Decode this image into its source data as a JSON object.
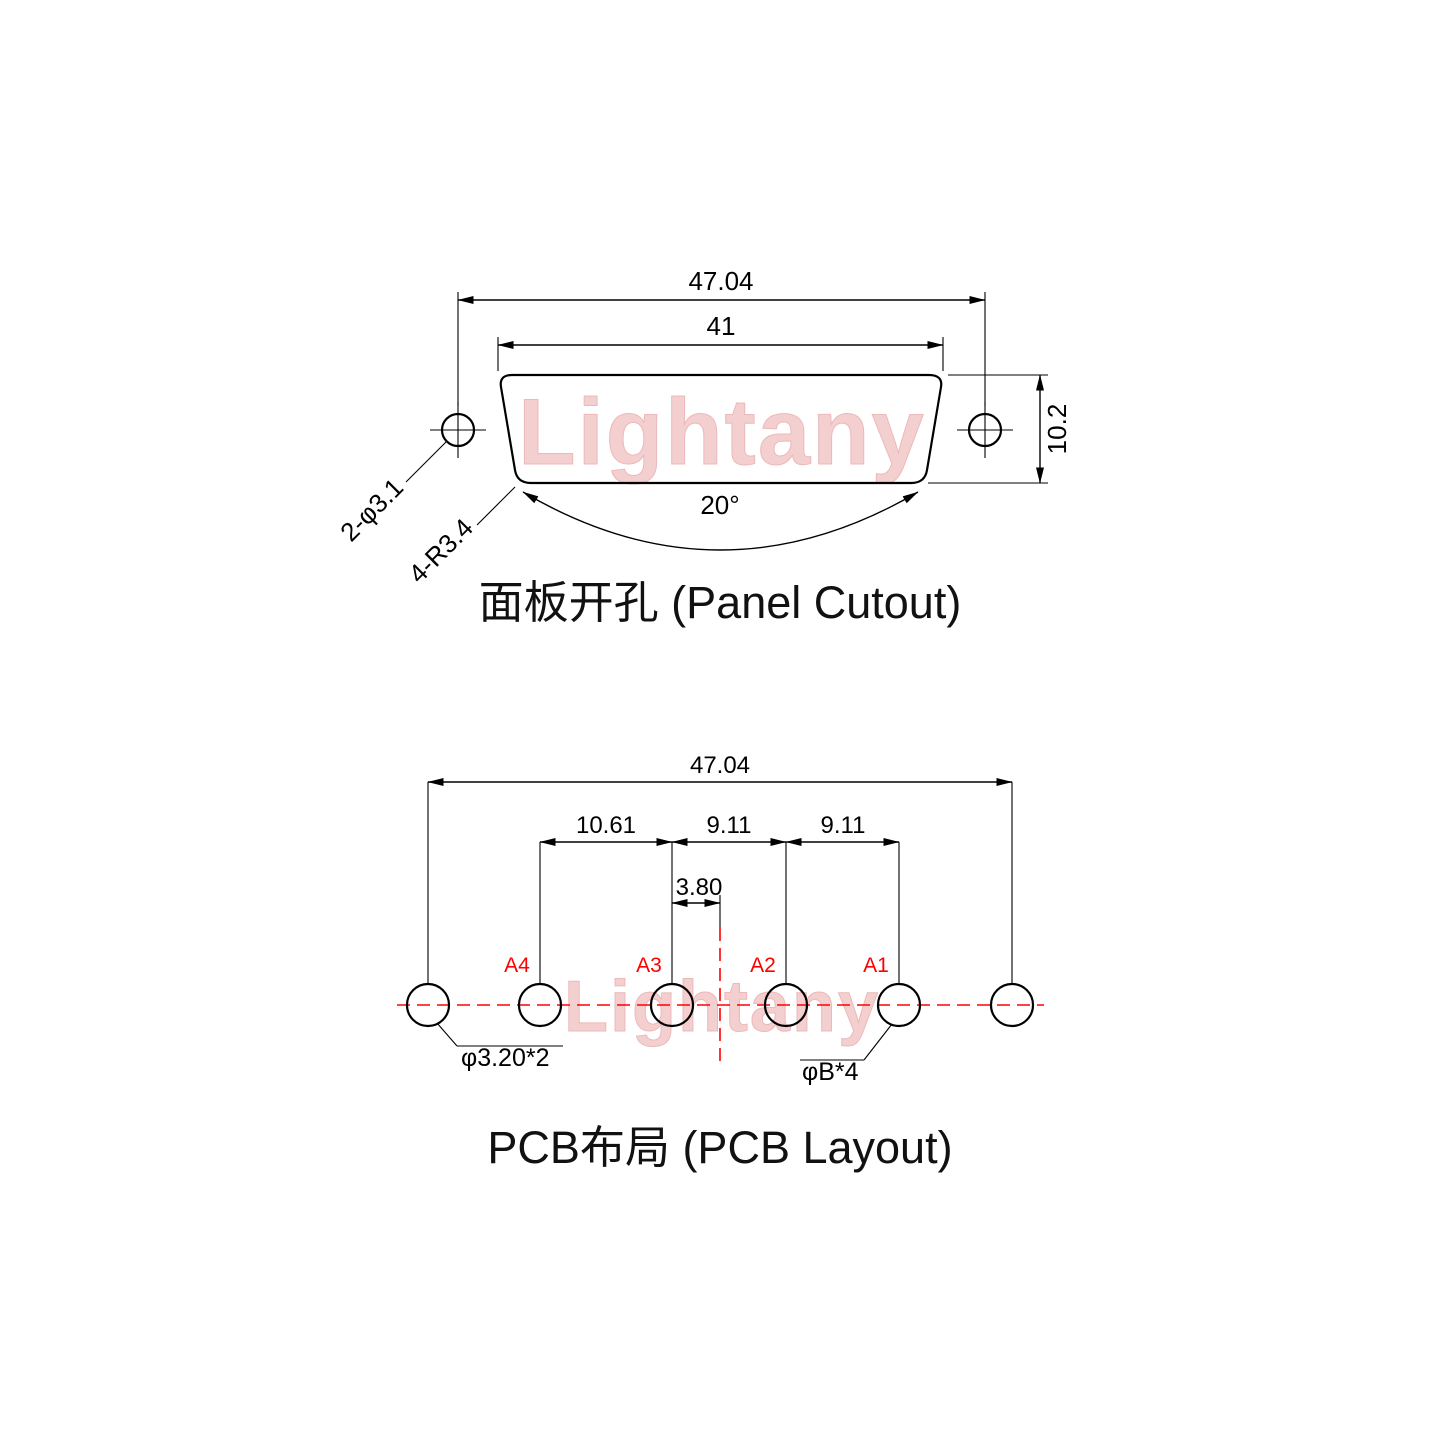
{
  "watermark": {
    "text": "Lightany"
  },
  "panel_cutout": {
    "title": "面板开孔 (Panel Cutout)",
    "dims": {
      "overall_width": "47.04",
      "cutout_width": "41",
      "cutout_height": "10.2",
      "mount_holes": "2-φ3.1",
      "corner_radius": "4-R3.4",
      "side_angle": "20°"
    }
  },
  "pcb_layout": {
    "title": "PCB布局 (PCB Layout)",
    "dims": {
      "overall_width": "47.04",
      "pitch_a4_a3": "10.61",
      "pitch_a3_a2": "9.11",
      "pitch_a2_a1": "9.11",
      "center_offset": "3.80",
      "mount_holes": "φ3.20*2",
      "signal_holes": "φB*4"
    },
    "pins": [
      "A4",
      "A3",
      "A2",
      "A1"
    ]
  },
  "colors": {
    "line": "#000000",
    "accent": "#ff0000",
    "watermark": "#f4cfcf"
  }
}
